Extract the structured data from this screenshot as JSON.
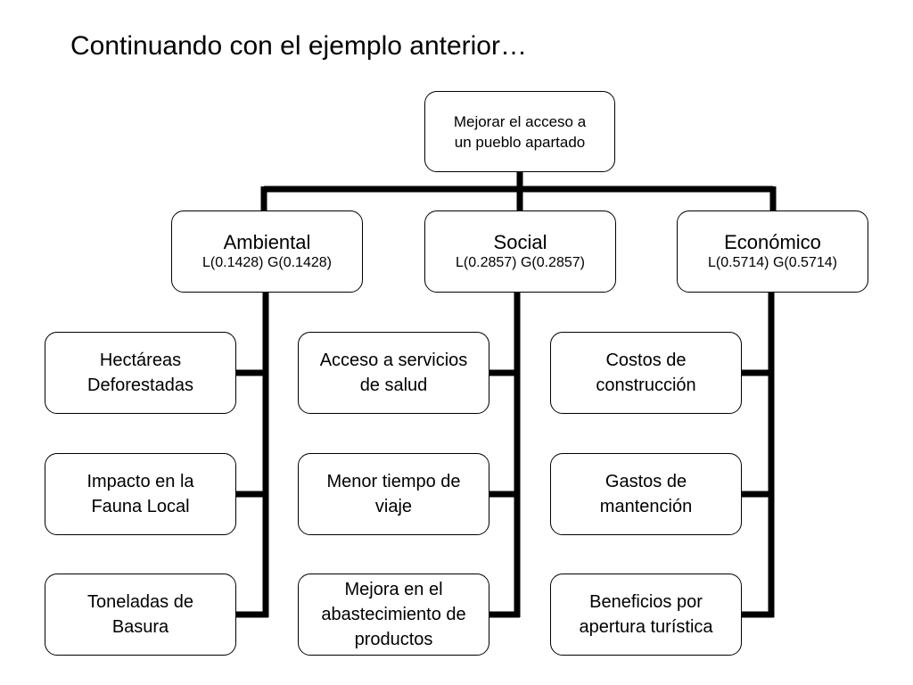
{
  "slide": {
    "title": "Continuando con el ejemplo anterior…"
  },
  "diagram": {
    "goal": {
      "lines": [
        "Mejorar el acceso a",
        "un pueblo apartado"
      ]
    },
    "criteria": [
      {
        "name": "Ambiental",
        "weights": "L(0.1428) G(0.1428)",
        "local_weight": 0.1428,
        "global_weight": 0.1428,
        "subcriteria": [
          [
            "Hectáreas",
            "Deforestadas"
          ],
          [
            "Impacto en la",
            "Fauna Local"
          ],
          [
            "Toneladas de",
            "Basura"
          ]
        ]
      },
      {
        "name": "Social",
        "weights": "L(0.2857) G(0.2857)",
        "local_weight": 0.2857,
        "global_weight": 0.2857,
        "subcriteria": [
          [
            "Acceso a servicios",
            "de salud"
          ],
          [
            "Menor tiempo de",
            "viaje"
          ],
          [
            "Mejora en el",
            "abastecimiento de",
            "productos"
          ]
        ]
      },
      {
        "name": "Económico",
        "weights": "L(0.5714) G(0.5714)",
        "local_weight": 0.5714,
        "global_weight": 0.5714,
        "subcriteria": [
          [
            "Costos de",
            "construcción"
          ],
          [
            "Gastos de",
            "mantención"
          ],
          [
            "Beneficios por",
            "apertura turística"
          ]
        ]
      }
    ],
    "colors": {
      "line": "#000000",
      "box_border": "#000000",
      "box_fill": "#ffffff"
    }
  }
}
